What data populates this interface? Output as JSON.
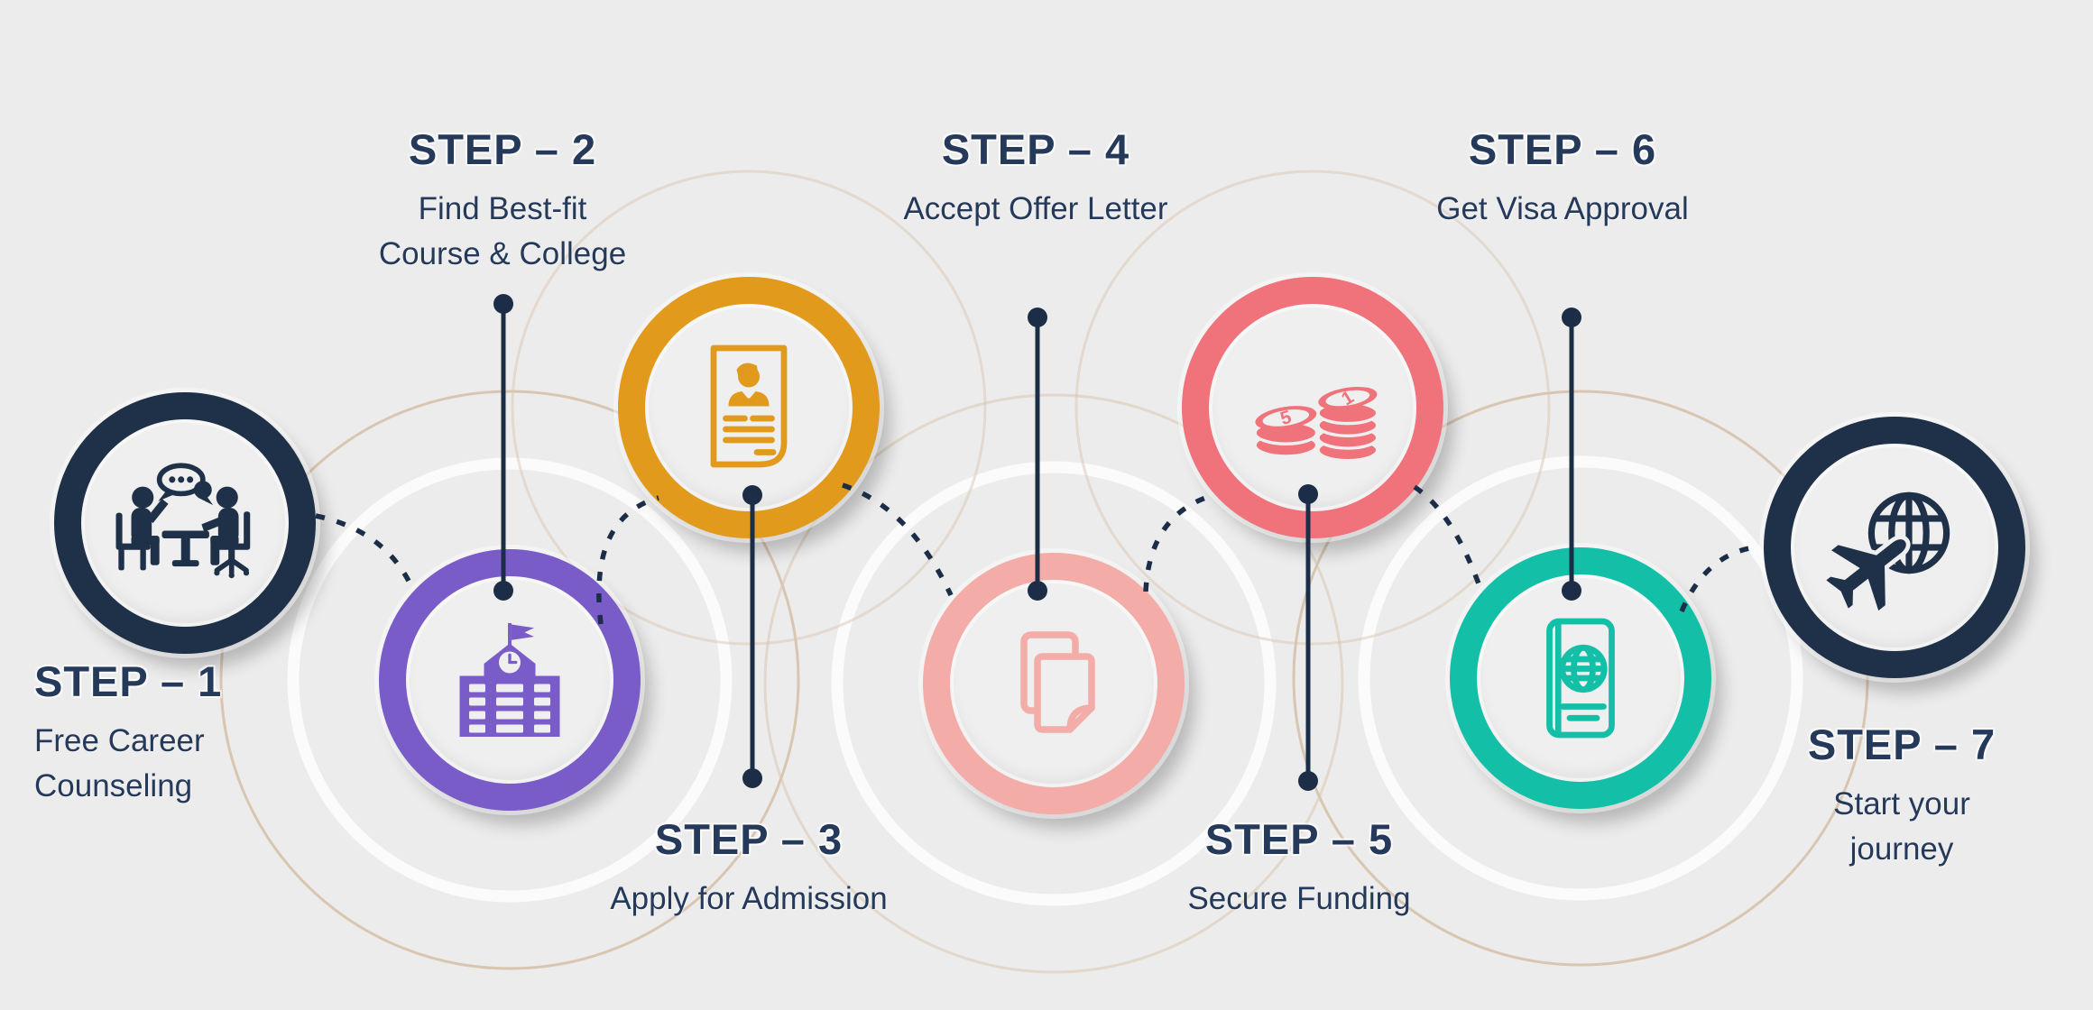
{
  "infographic": {
    "steps": [
      {
        "title": "STEP – 1",
        "subtitle_lines": [
          "Free Career",
          "Counseling"
        ],
        "color": "#1E3148",
        "icon": "career-counseling-icon"
      },
      {
        "title": "STEP – 2",
        "subtitle_lines": [
          "Find Best-fit",
          "Course & College"
        ],
        "color": "#7A5CC8",
        "icon": "college-building-icon"
      },
      {
        "title": "STEP – 3",
        "subtitle_lines": [
          "Apply for Admission"
        ],
        "color": "#E19A1B",
        "icon": "resume-icon"
      },
      {
        "title": "STEP – 4",
        "subtitle_lines": [
          "Accept Offer Letter"
        ],
        "color": "#F3ACA7",
        "icon": "offer-documents-icon"
      },
      {
        "title": "STEP – 5",
        "subtitle_lines": [
          "Secure Funding"
        ],
        "color": "#F0727B",
        "icon": "coin-stacks-icon",
        "coin_values": [
          "5",
          "1"
        ]
      },
      {
        "title": "STEP – 6",
        "subtitle_lines": [
          "Get Visa Approval"
        ],
        "color": "#14BFA7",
        "icon": "passport-icon"
      },
      {
        "title": "STEP – 7",
        "subtitle_lines": [
          "Start your journey"
        ],
        "color": "#1E3148",
        "icon": "globe-plane-icon"
      }
    ],
    "colors": {
      "background": "#ECECEC",
      "circle_fill": "#EFEFEF",
      "text": "#25395B",
      "line": "#1C2E47",
      "arc_beige": "#D9C6B1",
      "arc_white": "#FFFFFF"
    }
  }
}
